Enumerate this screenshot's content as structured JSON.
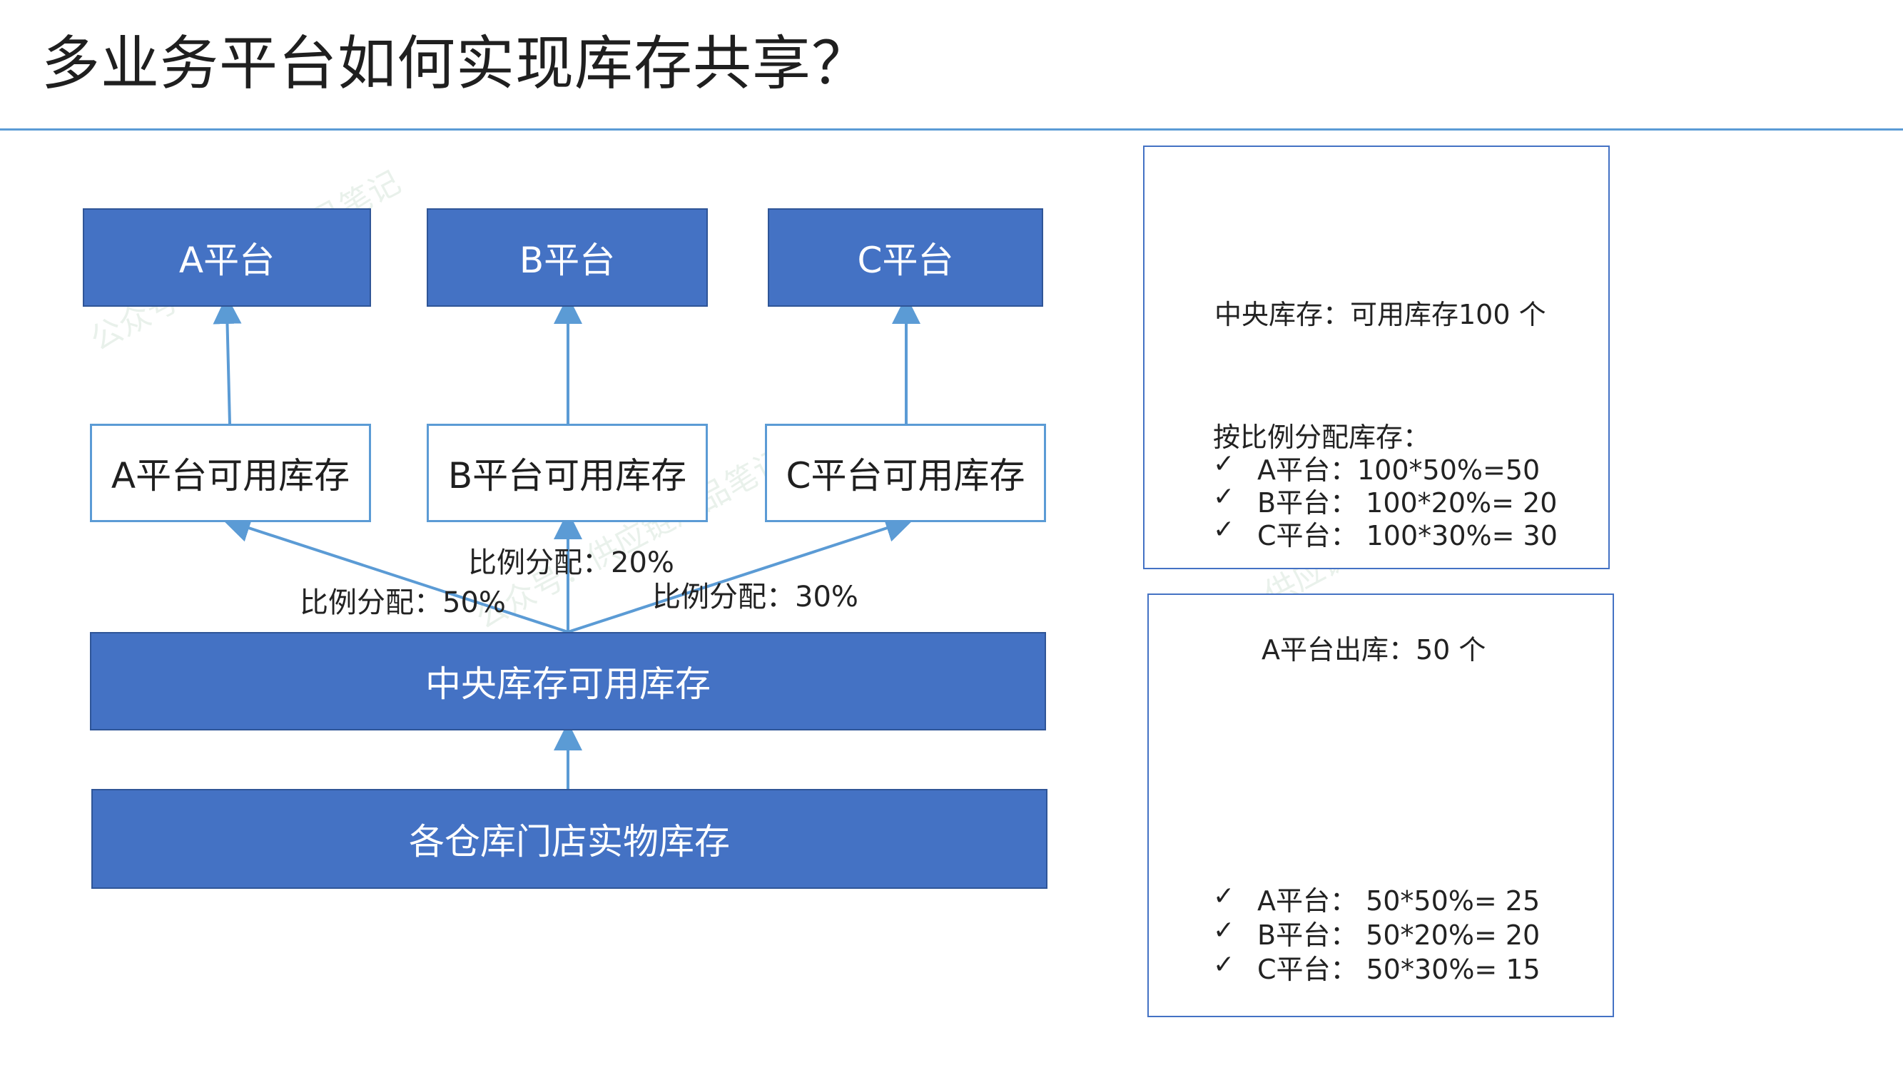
{
  "title": "多业务平台如何实现库存共享？",
  "platforms": [
    {
      "name": "A平台",
      "available": "A平台可用库存"
    },
    {
      "name": "B平台",
      "available": "B平台可用库存"
    },
    {
      "name": "C平台",
      "available": "C平台可用库存"
    }
  ],
  "ratios": {
    "a": "比例分配：50%",
    "b": "比例分配：20%",
    "c": "比例分配：30%"
  },
  "central": "中央库存可用库存",
  "physical": "各仓库门店实物库存",
  "panel1": {
    "central": "中央库存：可用库存100 个",
    "heading": "按比例分配库存：",
    "items": [
      "A平台：100*50%=50",
      "B平台： 100*20%= 20",
      "C平台： 100*30%= 30"
    ]
  },
  "panel2": {
    "outbound": "A平台出库：50 个",
    "items": [
      "A平台： 50*50%= 25",
      "B平台： 50*20%= 20",
      "C平台： 50*30%= 15"
    ]
  },
  "check_mark": "✓",
  "watermark": "公众号：供应链产品笔记"
}
